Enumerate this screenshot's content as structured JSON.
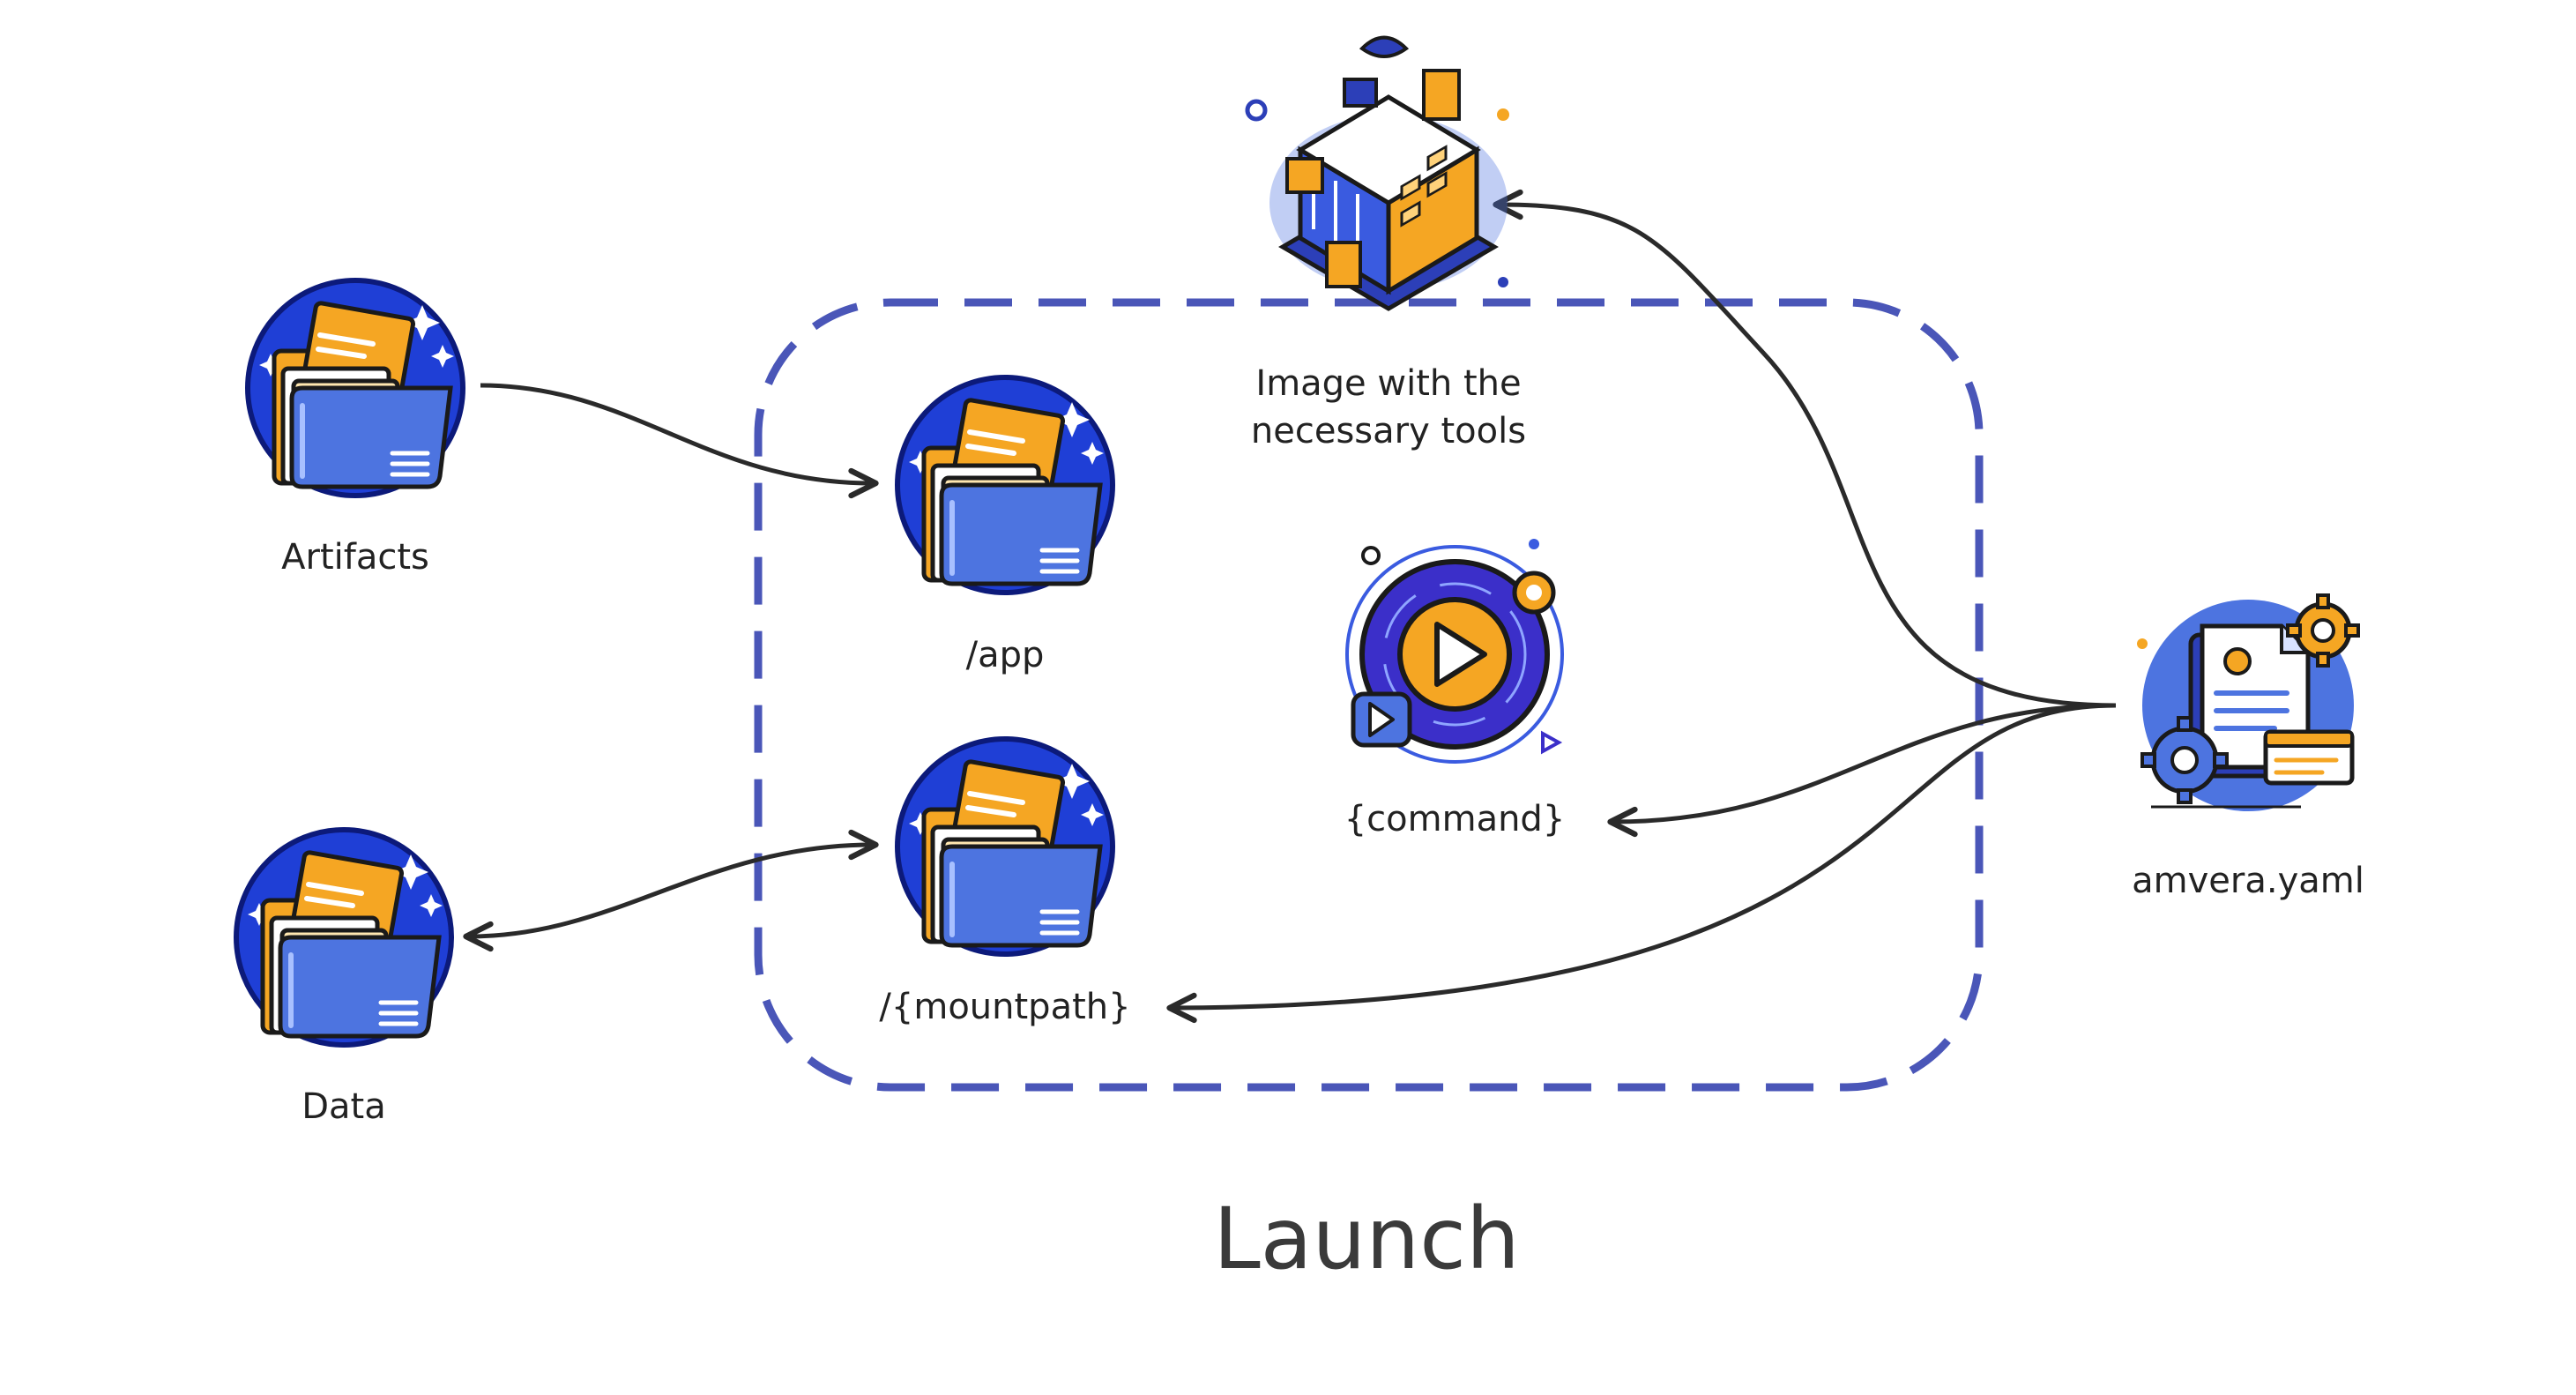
{
  "title": "Launch",
  "nodes": {
    "artifacts": {
      "label": "Artifacts",
      "icon": "folder-icon"
    },
    "data": {
      "label": "Data",
      "icon": "folder-icon"
    },
    "app": {
      "label": "/app",
      "icon": "folder-icon"
    },
    "mountpath": {
      "label": "/{mountpath}",
      "icon": "folder-icon"
    },
    "image": {
      "label_line1": "Image with the",
      "label_line2": "necessary tools",
      "icon": "container-image-icon"
    },
    "command": {
      "label": "{command}",
      "icon": "play-icon"
    },
    "config": {
      "label": "amvera.yaml",
      "icon": "config-file-icon"
    }
  },
  "edges": [
    {
      "from": "Artifacts",
      "to": "/app"
    },
    {
      "from": "Data",
      "to": "/{mountpath}",
      "bidirectional": true
    },
    {
      "from": "amvera.yaml",
      "to": "Image with the necessary tools"
    },
    {
      "from": "amvera.yaml",
      "to": "{command}"
    },
    {
      "from": "amvera.yaml",
      "to": "/{mountpath}"
    }
  ],
  "colors": {
    "container_border": "#4a56b8",
    "arrow": "#2a2a2a",
    "folder_circle": "#1f3fd6",
    "folder_front": "#4d74e0",
    "folder_back": "#f5a623",
    "text": "#222222"
  }
}
